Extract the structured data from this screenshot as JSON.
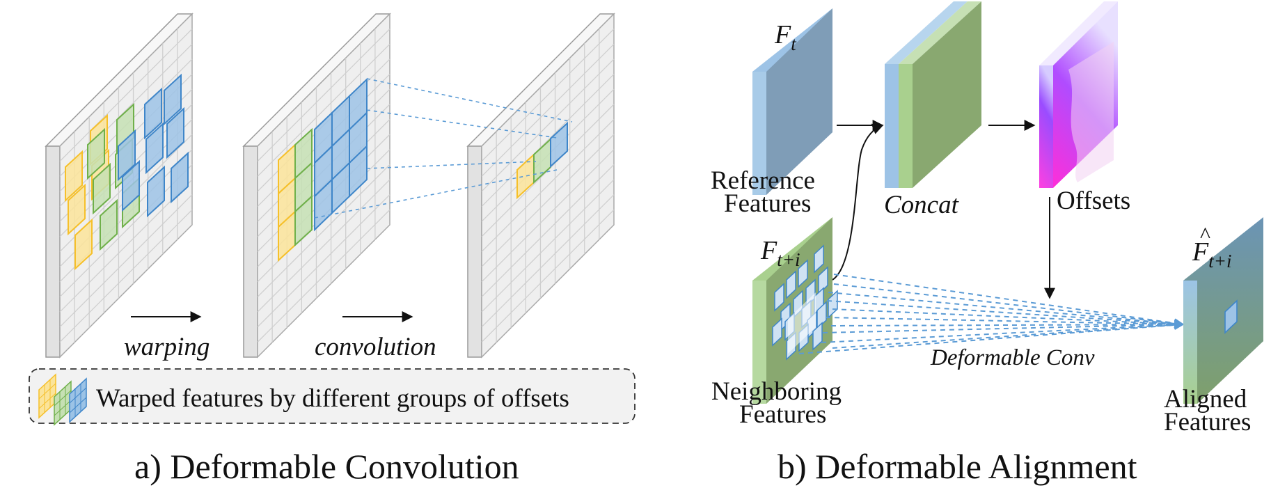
{
  "panel_a": {
    "caption": "a) Deformable Convolution",
    "warping_label": "warping",
    "convolution_label": "convolution",
    "legend_text": "Warped features by different groups of offsets"
  },
  "panel_b": {
    "caption": "b) Deformable Alignment",
    "ref_symbol": "F",
    "ref_symbol_sub": "t",
    "ref_label_1": "Reference",
    "ref_label_2": "Features",
    "concat_label": "Concat",
    "offsets_label": "Offsets",
    "nb_symbol": "F",
    "nb_symbol_sub": "t+i",
    "nb_label_1": "Neighboring",
    "nb_label_2": "Features",
    "deform_conv_label": "Deformable Conv",
    "aligned_symbol": "F",
    "aligned_symbol_hat": "^",
    "aligned_symbol_sub": "t+i",
    "aligned_label_1": "Aligned",
    "aligned_label_2": "Features"
  },
  "colors": {
    "yellow": "#f6c02a",
    "green": "#6fb04a",
    "blue": "#3f86c9",
    "slab_face": "#eeeeee",
    "slab_grid": "#c9c9c9",
    "ref_front": "#7e9db6",
    "concat_green": "#89a870",
    "offset_magenta": "#ff33dd",
    "dashed_blue": "#5b9bd5"
  }
}
